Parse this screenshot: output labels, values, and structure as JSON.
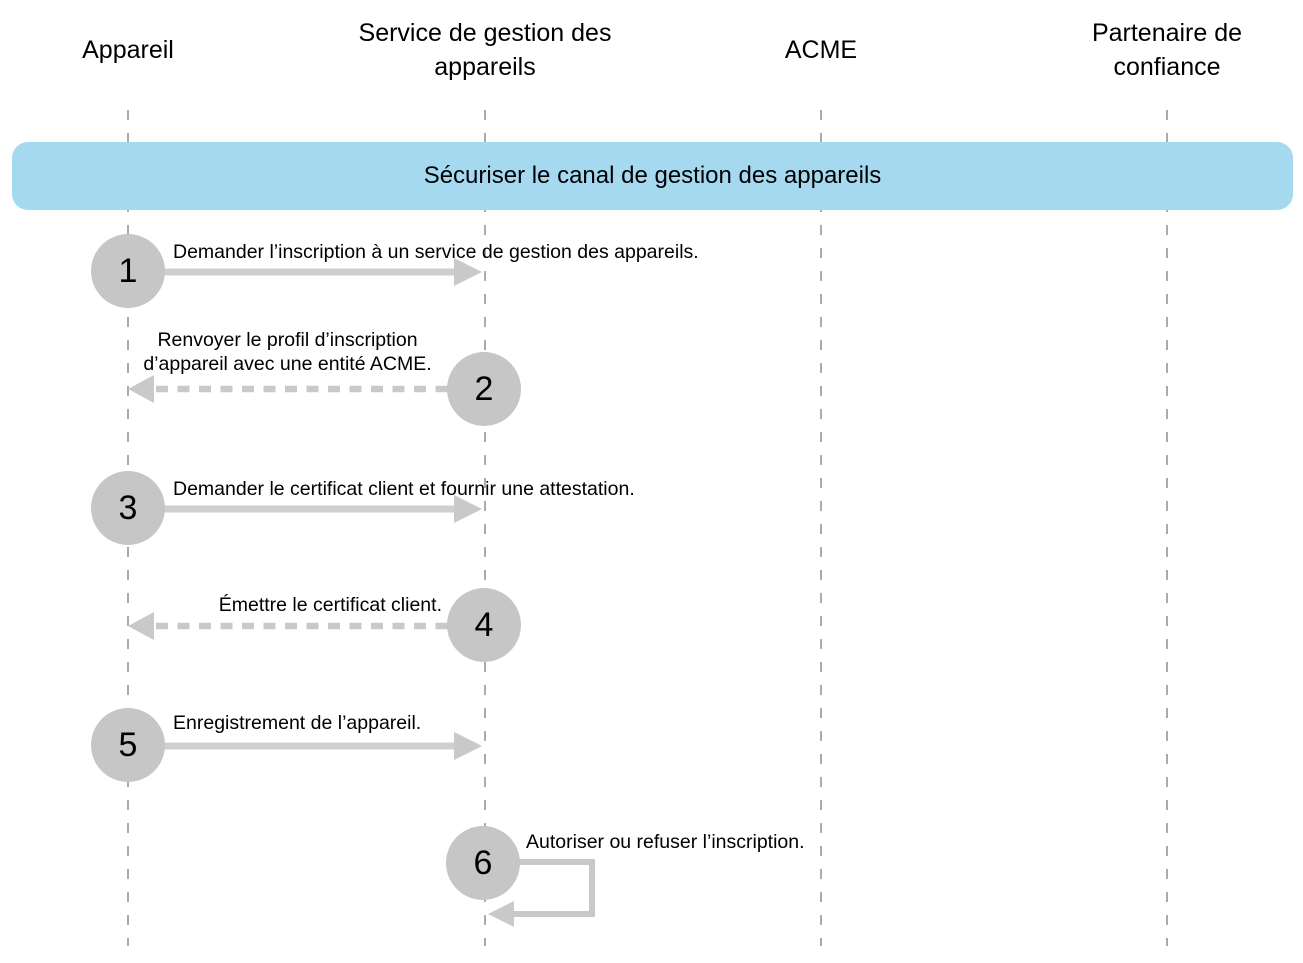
{
  "diagram_title": "Sécuriser le canal de gestion des appareils",
  "actors": [
    {
      "label": "Appareil"
    },
    {
      "label": "Service de gestion des appareils"
    },
    {
      "label": "ACME"
    },
    {
      "label": "Partenaire de confiance"
    }
  ],
  "banner": {
    "label": "Sécuriser le canal de gestion des appareils"
  },
  "steps": [
    {
      "num": "1",
      "label": "Demander l’inscription à un service de gestion des appareils.",
      "from": "Appareil",
      "to": "Service de gestion des appareils",
      "style": "solid"
    },
    {
      "num": "2",
      "label": "Renvoyer le profil d’inscription d’appareil avec une entité ACME.",
      "from": "Service de gestion des appareils",
      "to": "Appareil",
      "style": "dashed"
    },
    {
      "num": "3",
      "label": "Demander le certificat client et fournir une attestation.",
      "from": "Appareil",
      "to": "Service de gestion des appareils",
      "style": "solid"
    },
    {
      "num": "4",
      "label": "Émettre le certificat client.",
      "from": "Service de gestion des appareils",
      "to": "Appareil",
      "style": "dashed"
    },
    {
      "num": "5",
      "label": "Enregistrement de l’appareil.",
      "from": "Appareil",
      "to": "Service de gestion des appareils",
      "style": "solid"
    },
    {
      "num": "6",
      "label": "Autoriser ou refuser l’inscription.",
      "from": "Service de gestion des appareils",
      "to": "Service de gestion des appareils",
      "style": "self-loop"
    }
  ],
  "colors": {
    "banner_bg": "#a5d9f0",
    "circle_gray": "#c6c6c6",
    "solid_arrow_gray": "#cfcfcf",
    "dashed_arrow_gray": "#c9c9c9",
    "lifeline_gray": "#ababab",
    "text": "#000000"
  }
}
